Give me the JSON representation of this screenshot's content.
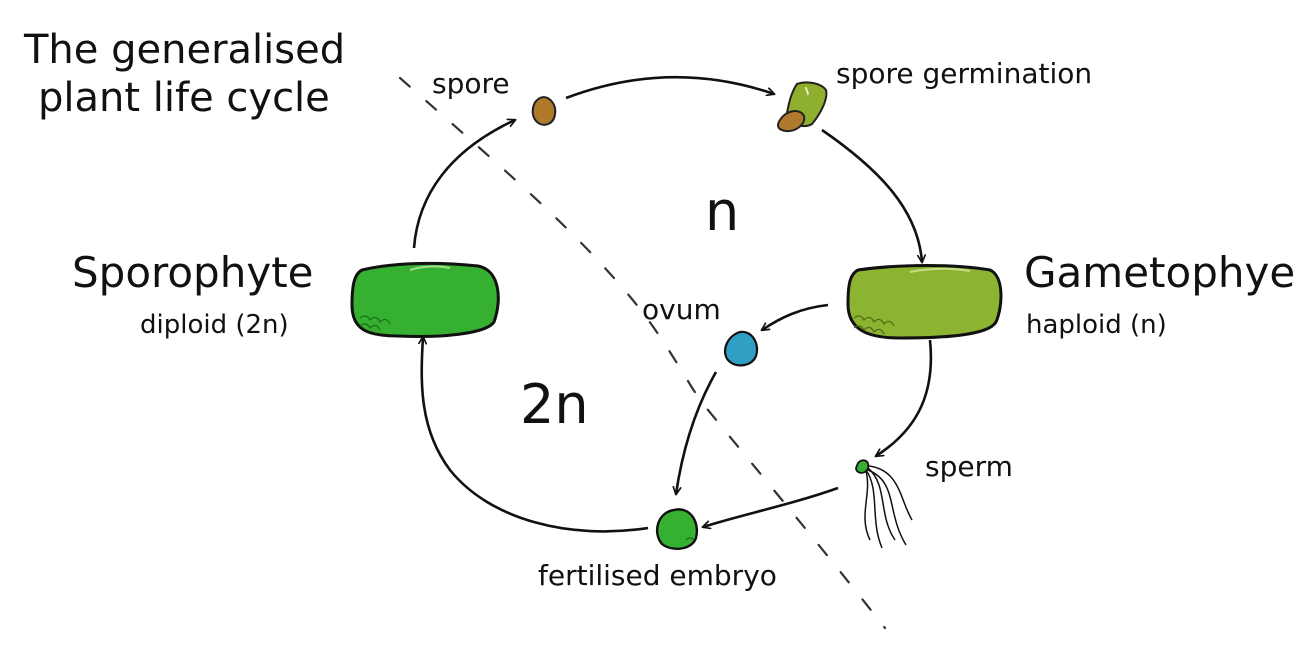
{
  "title": {
    "line1": "The generalised",
    "line2": "plant life cycle"
  },
  "regions": {
    "haploid": "n",
    "diploid": "2n"
  },
  "stages": {
    "sporophyte": {
      "name": "Sporophyte",
      "ploidy": "diploid (2n)"
    },
    "gametophyte": {
      "name": "Gametophye",
      "ploidy": "haploid (n)"
    },
    "spore": "spore",
    "spore_germination": "spore germination",
    "ovum": "ovum",
    "sperm": "sperm",
    "fertilised_embryo": "fertilised embryo"
  },
  "colors": {
    "sporophyte": "#35b030",
    "gametophyte": "#8db430",
    "spore": "#b07a2c",
    "germination_body": "#8fb02e",
    "ovum": "#2f9fc4",
    "embryo": "#35b030",
    "sperm_head": "#35b030",
    "ink": "#111111"
  }
}
